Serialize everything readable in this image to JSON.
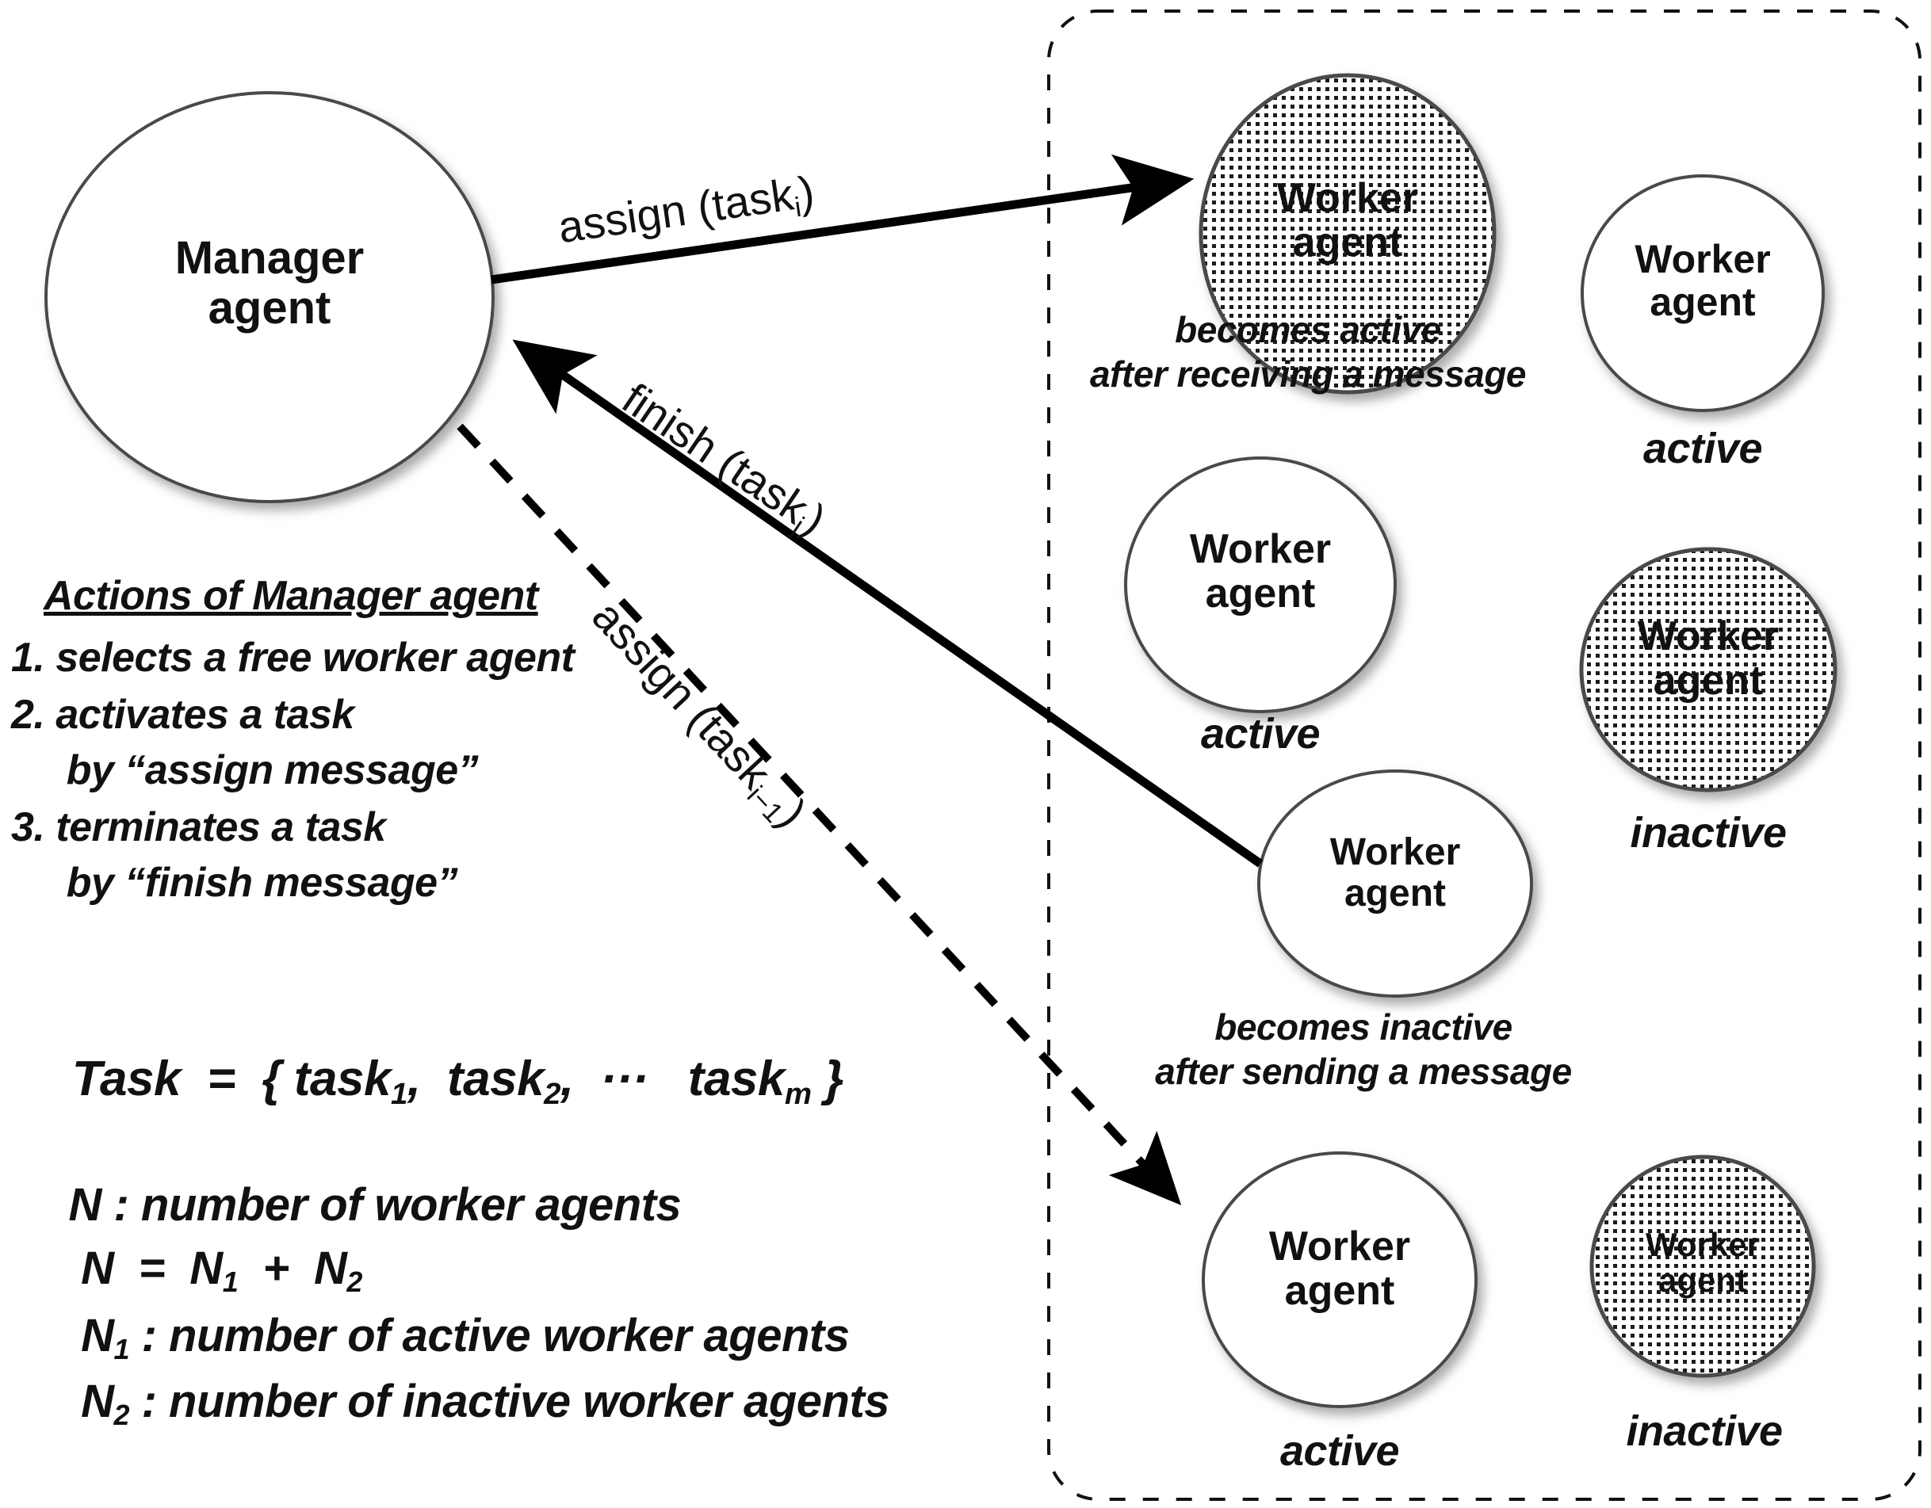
{
  "diagram": {
    "title": "Manager agent and Worker agent interaction diagram",
    "colors": {
      "ink": "#111111",
      "outline": "#444444",
      "shade_dot": "#1a1a1a",
      "background": "#ffffff"
    }
  },
  "manager": {
    "label": "Manager\nagent"
  },
  "arrows": [
    {
      "id": "assign-i",
      "label_prefix": "assign (task",
      "label_sub": "i",
      "label_suffix": ")",
      "style": "solid",
      "direction": "manager-to-worker"
    },
    {
      "id": "finish-j",
      "label_prefix": "finish (task",
      "label_sub": "j",
      "label_suffix": ")",
      "style": "solid",
      "direction": "worker-to-manager"
    },
    {
      "id": "assign-i-minus-1",
      "label_prefix": "assign (task",
      "label_sub": "i−1",
      "label_suffix": ")",
      "style": "dashed",
      "direction": "manager-to-worker"
    }
  ],
  "actions": {
    "title": "Actions of Manager agent",
    "items": [
      "1. selects a free worker agent",
      "2. activates a task",
      "     by “assign message”",
      "3. terminates a task",
      "     by “finish message”"
    ]
  },
  "formulas": {
    "task_set": {
      "lead": "Task  =  { task",
      "sub1": "1",
      "mid": ",  task",
      "sub2": "2",
      "dots": ",  ···   task",
      "sub3": "m",
      "tail": " }"
    },
    "lines": [
      {
        "text_before": "N : number of worker agents",
        "sub": "",
        "text_after": ""
      },
      {
        "text_before": " N  =  N",
        "sub": "1",
        "text_after": "  +  N",
        "sub2": "2"
      },
      {
        "text_before": " N",
        "sub": "1",
        "text_after": " : number of active worker agents"
      },
      {
        "text_before": " N",
        "sub": "2",
        "text_after": " : number of inactive worker agents"
      }
    ]
  },
  "workers": [
    {
      "id": "worker-1",
      "label": "Worker\nagent",
      "shaded": true,
      "state": "",
      "caption": "becomes active\nafter receiving a message"
    },
    {
      "id": "worker-2",
      "label": "Worker\nagent",
      "shaded": false,
      "state": "active",
      "caption": ""
    },
    {
      "id": "worker-3",
      "label": "Worker\nagent",
      "shaded": false,
      "state": "active",
      "caption": ""
    },
    {
      "id": "worker-4",
      "label": "Worker\nagent",
      "shaded": true,
      "state": "inactive",
      "caption": ""
    },
    {
      "id": "worker-5",
      "label": "Worker\nagent",
      "shaded": false,
      "state": "",
      "caption": "becomes inactive\nafter sending a message"
    },
    {
      "id": "worker-6",
      "label": "Worker\nagent",
      "shaded": false,
      "state": "active",
      "caption": ""
    },
    {
      "id": "worker-7",
      "label": "Worker\nagent",
      "shaded": true,
      "state": "inactive",
      "caption": ""
    }
  ]
}
